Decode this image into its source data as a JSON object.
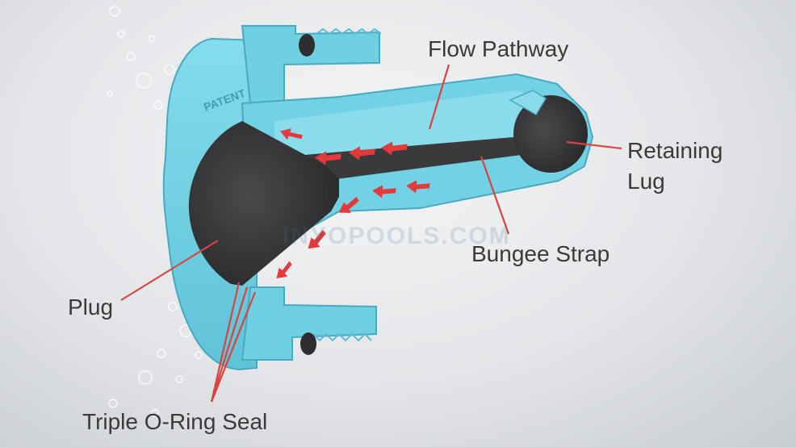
{
  "labels": {
    "flow_pathway": "Flow Pathway",
    "retaining_line1": "Retaining",
    "retaining_line2": "Lug",
    "bungee_strap": "Bungee Strap",
    "plug": "Plug",
    "triple_oring_seal": "Triple O-Ring Seal"
  },
  "emboss": "PATENT",
  "watermark": "INYOPOOLS.COM",
  "colors": {
    "body_blue": "#74d3e6",
    "body_blue_dark": "#4fb6cc",
    "rubber": "#3b3b3d",
    "arrow_red": "#e23b3b",
    "leader_red": "#d8453f",
    "label_text": "#3a3a3a"
  }
}
